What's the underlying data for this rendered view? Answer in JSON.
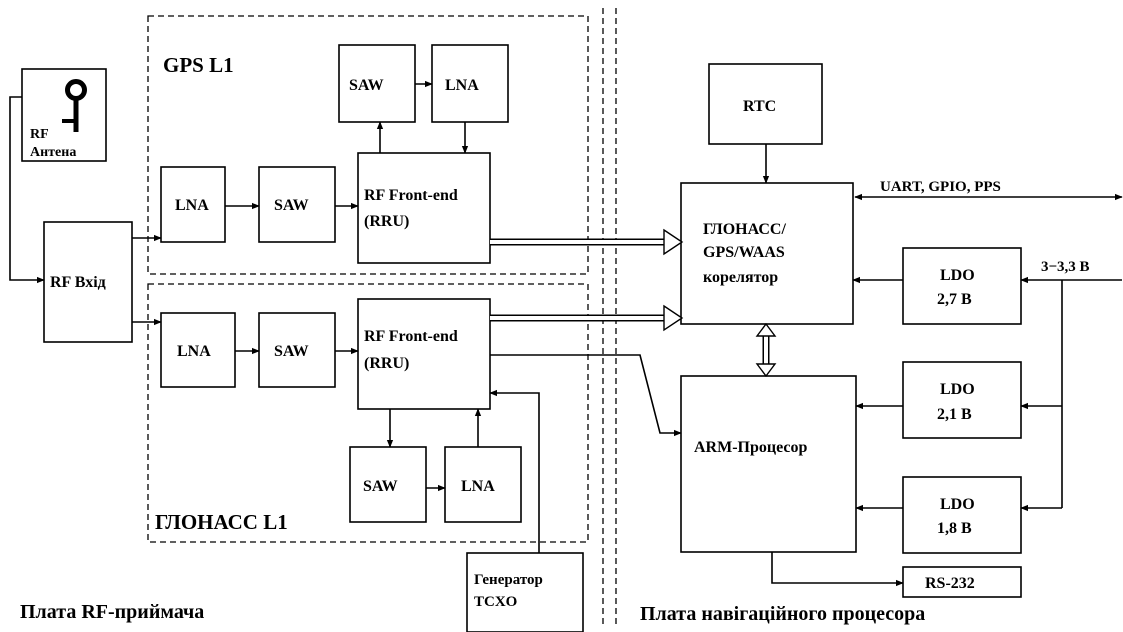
{
  "sections": {
    "gps_title": "GPS L1",
    "glonass_title": "ГЛОНАСС L1",
    "rf_board": "Плата RF-приймача",
    "nav_board": "Плата навігаційного процесора"
  },
  "antenna": {
    "line1": "RF",
    "line2": "Антена"
  },
  "rf_input": "RF Вхід",
  "gps_chain": {
    "lna": "LNA",
    "saw": "SAW",
    "saw_top": "SAW",
    "lna_top": "LNA",
    "frontend_line1": "RF Front-end",
    "frontend_line2": "(RRU)"
  },
  "glonass_chain": {
    "lna": "LNA",
    "saw": "SAW",
    "saw_bottom": "SAW",
    "lna_bottom": "LNA",
    "frontend_line1": "RF Front-end",
    "frontend_line2": "(RRU)"
  },
  "tcxo": {
    "line1": "Генератор",
    "line2": "TCXO"
  },
  "rtc": "RTC",
  "correlator": {
    "line1": "ГЛОНАСС/",
    "line2": "GPS/WAAS",
    "line3": "корелятор"
  },
  "arm": "ARM-Процесор",
  "uart": "UART, GPIO, PPS",
  "supply": "3−3,3 В",
  "ldo1": {
    "line1": "LDO",
    "line2": "2,7 В"
  },
  "ldo2": {
    "line1": "LDO",
    "line2": "2,1 В"
  },
  "ldo3": {
    "line1": "LDO",
    "line2": "1,8 В"
  },
  "rs232": "RS-232"
}
